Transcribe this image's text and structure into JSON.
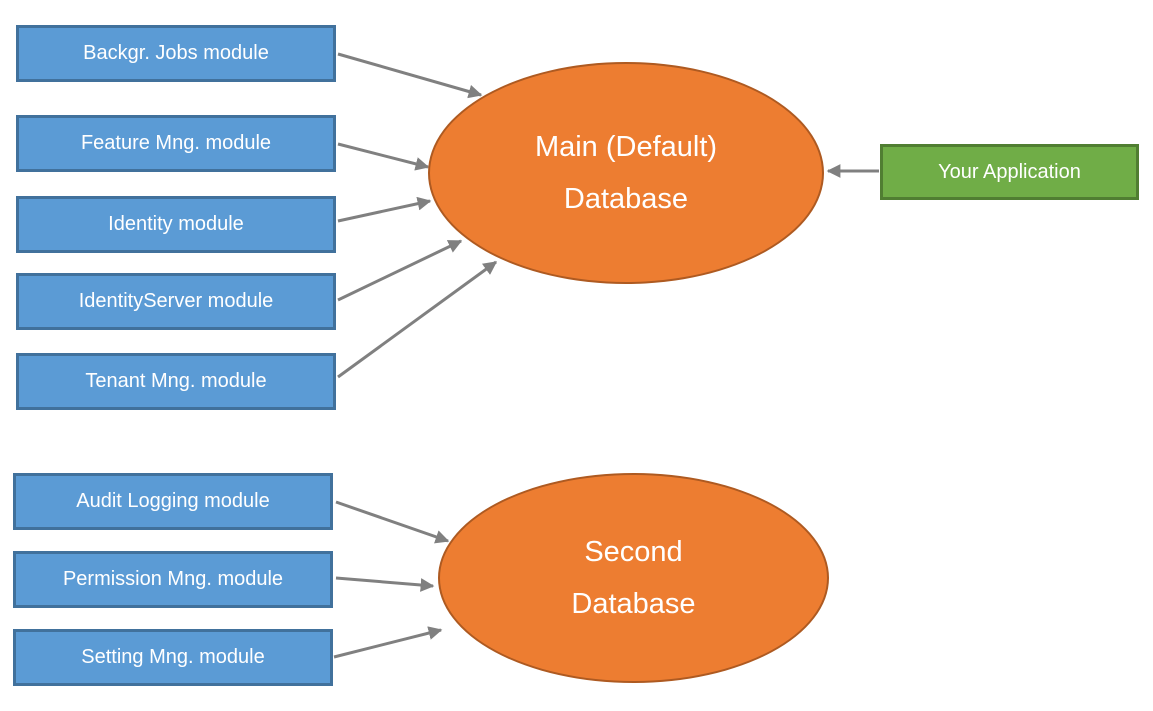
{
  "diagram": {
    "top_modules": [
      "Backgr. Jobs module",
      "Feature Mng. module",
      "Identity module",
      "IdentityServer module",
      "Tenant Mng. module"
    ],
    "bottom_modules": [
      "Audit Logging module",
      "Permission Mng. module",
      "Setting Mng. module"
    ],
    "main_database": {
      "line1": "Main (Default)",
      "line2": "Database"
    },
    "second_database": {
      "line1": "Second",
      "line2": "Database"
    },
    "application": {
      "label": "Your Application"
    },
    "connections": [
      {
        "from": "Backgr. Jobs module",
        "to": "Main (Default) Database"
      },
      {
        "from": "Feature Mng. module",
        "to": "Main (Default) Database"
      },
      {
        "from": "Identity module",
        "to": "Main (Default) Database"
      },
      {
        "from": "IdentityServer module",
        "to": "Main (Default) Database"
      },
      {
        "from": "Tenant Mng. module",
        "to": "Main (Default) Database"
      },
      {
        "from": "Your Application",
        "to": "Main (Default) Database"
      },
      {
        "from": "Audit Logging module",
        "to": "Second Database"
      },
      {
        "from": "Permission Mng. module",
        "to": "Second Database"
      },
      {
        "from": "Setting Mng. module",
        "to": "Second Database"
      }
    ],
    "colors": {
      "module_fill": "#5B9BD5",
      "module_border": "#41719C",
      "database_fill": "#ED7D31",
      "database_border": "#AE5A21",
      "application_fill": "#70AD47",
      "application_border": "#507E32",
      "arrow": "#808080",
      "text": "#FFFFFF"
    }
  }
}
